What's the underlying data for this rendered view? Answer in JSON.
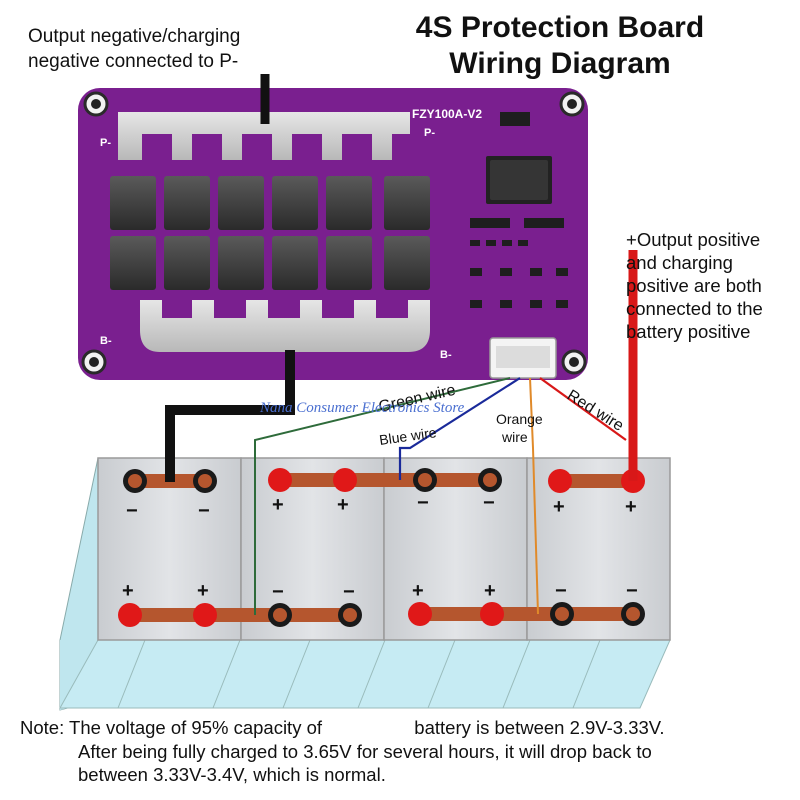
{
  "title": {
    "line1": "4S Protection Board",
    "line2": "Wiring Diagram"
  },
  "notes": {
    "negative_line1": "Output negative/charging",
    "negative_line2": "negative connected to P-",
    "positive_plus": "+",
    "positive_line1": "Output positive",
    "positive_line2": "and charging",
    "positive_line3": "positive are both",
    "positive_line4": "connected to the",
    "positive_line5": "battery positive"
  },
  "board": {
    "model": "FZY100A-V2",
    "label_p_left": "P-",
    "label_p_right": "P-",
    "label_b_left": "B-",
    "label_b_right": "B-"
  },
  "wires": {
    "green": "Green wire",
    "blue": "Blue wire",
    "orange_1": "Orange",
    "orange_2": "wire",
    "red": "Red wire"
  },
  "watermark": "Nana Consumer Electronics Store",
  "battery": {
    "plus": "+",
    "minus": "−"
  },
  "bottom_note": {
    "prefix": "Note:",
    "line1a": "The voltage of 95% capacity of",
    "line1b": "battery is between 2.9V-3.33V.",
    "line2": "After being fully charged to 3.65V for several hours, it will drop back to",
    "line3": "between 3.33V-3.4V, which is normal."
  },
  "colors": {
    "board": "#7a1f8f",
    "copper_bar": "#b5562e",
    "terminal_red": "#e01818",
    "wire_black": "#111111",
    "wire_green": "#2e6b3a",
    "wire_blue": "#1a2a9a",
    "wire_orange": "#e08a2a",
    "wire_red": "#d81818",
    "cell_face": "#d8dbdf",
    "cell_side": "#bfe6ee"
  }
}
